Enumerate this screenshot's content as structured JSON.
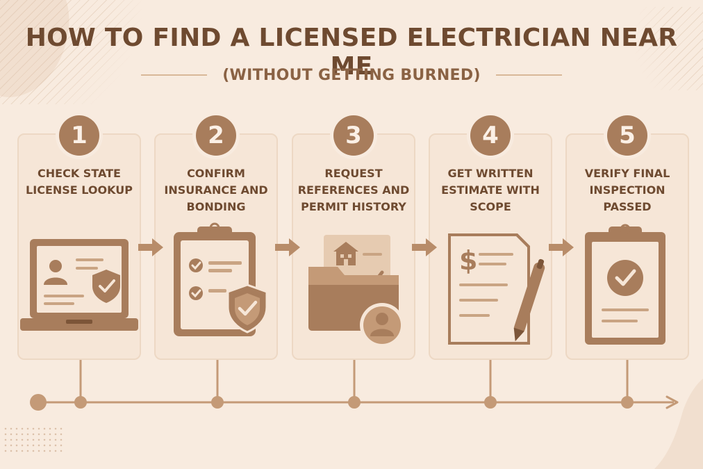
{
  "title": "HOW TO FIND A LICENSED ELECTRICIAN NEAR ME",
  "subtitle": "(WITHOUT GETTING BURNED)",
  "steps": [
    {
      "number": "1",
      "label": "CHECK STATE\nLICENSE LOOKUP",
      "icon": "laptop-license-icon"
    },
    {
      "number": "2",
      "label": "CONFIRM\nINSURANCE AND\nBONDING",
      "icon": "clipboard-shield-icon"
    },
    {
      "number": "3",
      "label": "REQUEST\nREFERENCES AND\nPERMIT HISTORY",
      "icon": "folder-references-icon"
    },
    {
      "number": "4",
      "label": "GET WRITTEN\nESTIMATE WITH\nSCOPE",
      "icon": "estimate-pen-icon"
    },
    {
      "number": "5",
      "label": "VERIFY FINAL\nINSPECTION\nPASSED",
      "icon": "inspection-clipboard-icon"
    }
  ],
  "colors": {
    "background": "#f8ebdf",
    "accent": "#a87d5c",
    "dark": "#6e4a30",
    "light": "#dfc2a6",
    "card_border": "#edd8c4"
  }
}
